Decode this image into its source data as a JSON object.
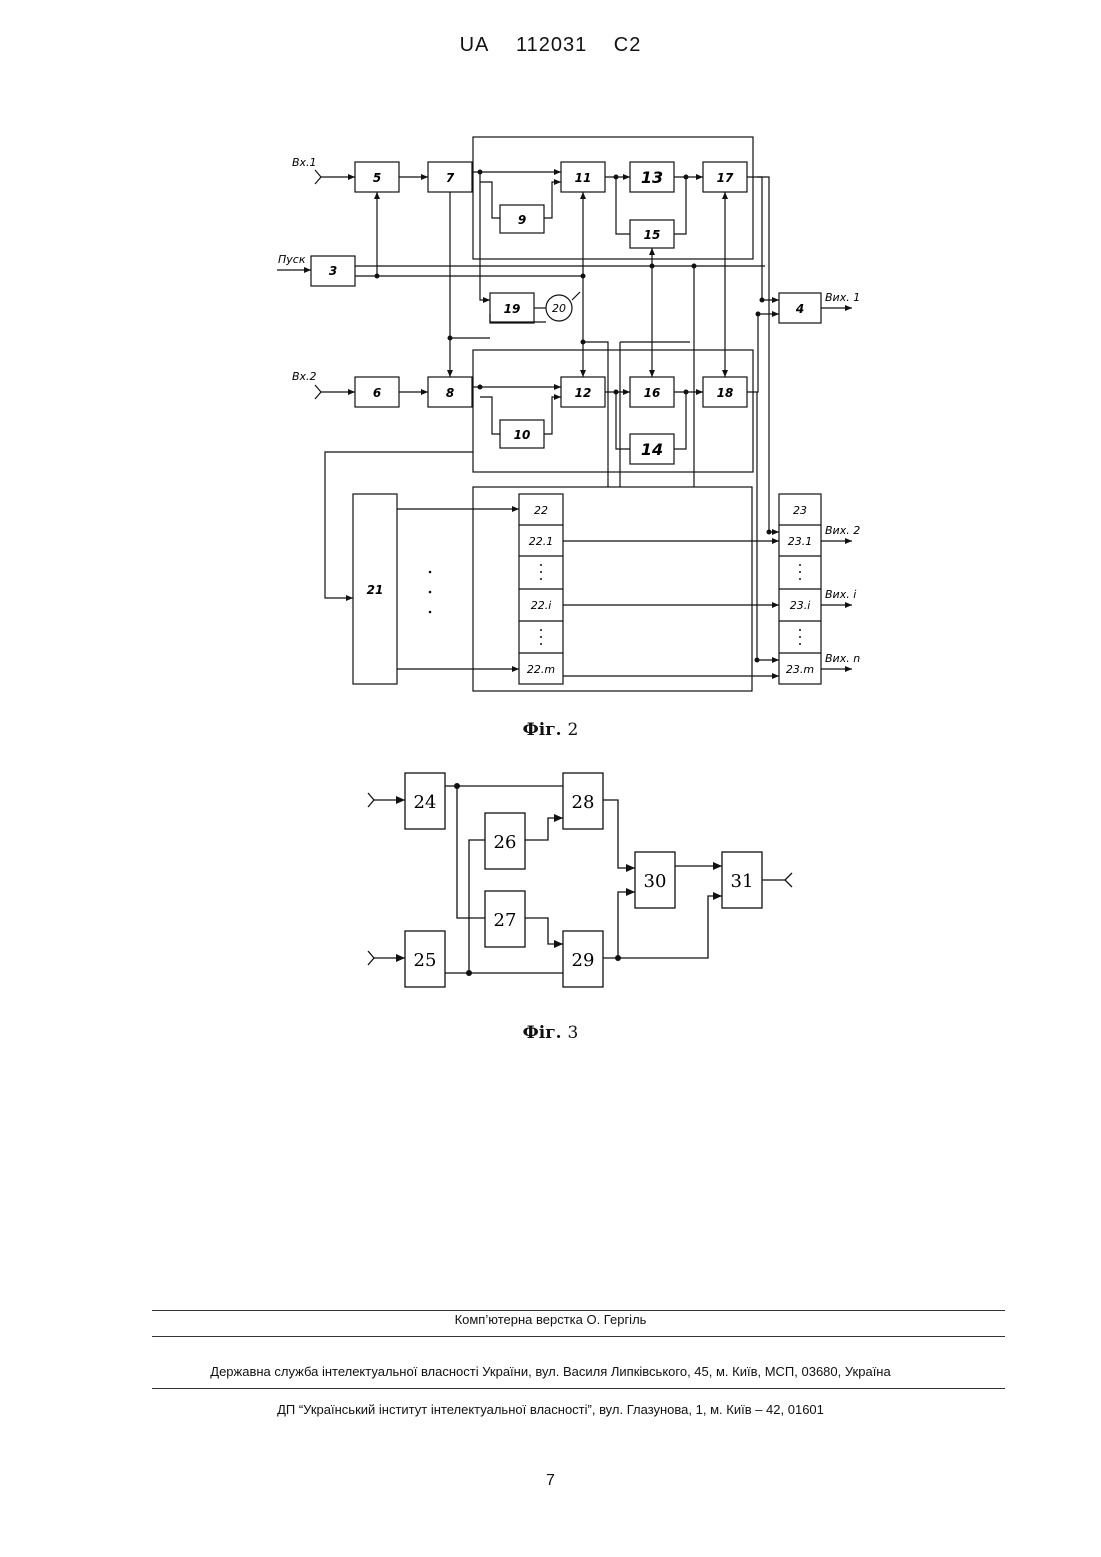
{
  "header": {
    "country": "UA",
    "number": "112031",
    "kind": "C2"
  },
  "fig2": {
    "caption_word": "Фіг.",
    "caption_num": "2",
    "inputs": {
      "in1": "Вх.1",
      "in2": "Вх.2",
      "start": "Пуск"
    },
    "outputs": {
      "out1": "Вих. 1",
      "out2": "Вих. 2",
      "outi": "Вих. і",
      "outn": "Вих. n"
    },
    "blocks": {
      "b3": "3",
      "b4": "4",
      "b5": "5",
      "b6": "6",
      "b7": "7",
      "b8": "8",
      "b9": "9",
      "b10": "10",
      "b11": "11",
      "b12": "12",
      "b13": "13",
      "b14": "14",
      "b15": "15",
      "b16": "16",
      "b17": "17",
      "b18": "18",
      "b19": "19",
      "b20": "20",
      "b21": "21",
      "b22": "22",
      "b22_1": "22.1",
      "b22_i": "22.і",
      "b22_m": "22.m",
      "b23": "23",
      "b23_1": "23.1",
      "b23_i": "23.і",
      "b23_m": "23.m"
    }
  },
  "fig3": {
    "caption_word": "Фіг.",
    "caption_num": "3",
    "blocks": {
      "b24": "24",
      "b25": "25",
      "b26": "26",
      "b27": "27",
      "b28": "28",
      "b29": "29",
      "b30": "30",
      "b31": "31"
    }
  },
  "footer": {
    "layout": "Комп’ютерна верстка О. Гергіль",
    "service": "Державна служба інтелектуальної власності України, вул. Василя Липківського, 45, м. Київ, МСП, 03680, Україна",
    "institute": "ДП “Український інститут інтелектуальної власності”, вул. Глазунова, 1, м. Київ – 42, 01601",
    "page": "7"
  }
}
